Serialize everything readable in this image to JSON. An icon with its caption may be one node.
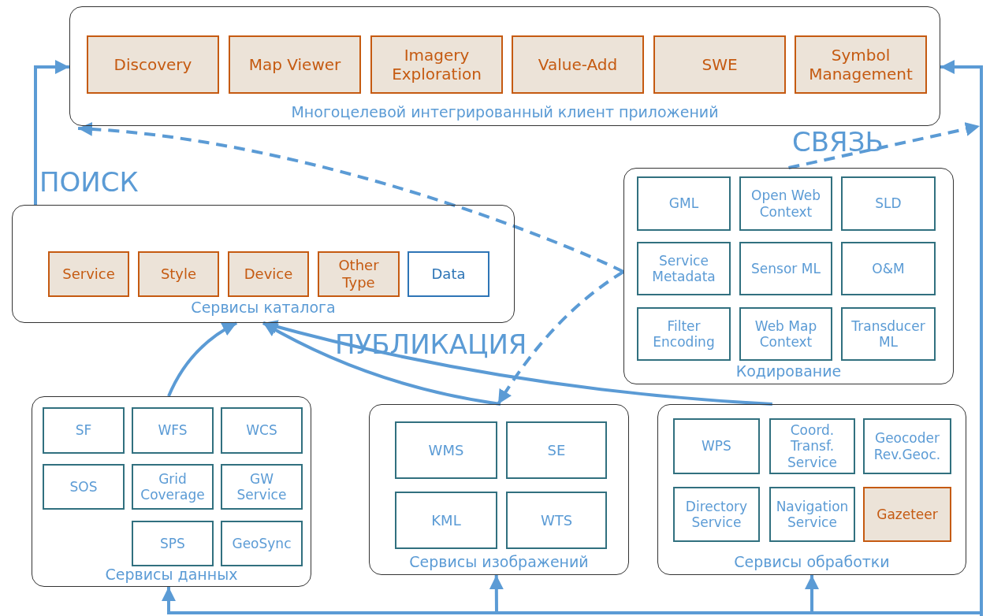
{
  "diagram": {
    "nodes": [
      {
        "text": [
          "Многоцелевой интегрированный клиент приложений"
        ]
      },
      {
        "text": [
          "Discovery"
        ],
        "in": 0
      },
      {
        "text": [
          "Map Viewer"
        ],
        "in": 0
      },
      {
        "text": [
          "Imagery Exploration"
        ],
        "in": 0
      },
      {
        "text": [
          "Value-Add"
        ],
        "in": 0
      },
      {
        "text": [
          "SWE"
        ],
        "in": 0
      },
      {
        "text": [
          "Symbol Management"
        ],
        "in": 0
      },
      {
        "text": [
          "Сервисы каталога"
        ]
      },
      {
        "text": [
          "Service"
        ],
        "in": 7
      },
      {
        "text": [
          "Style"
        ],
        "in": 7
      },
      {
        "text": [
          "Device"
        ],
        "in": 7
      },
      {
        "text": [
          "Other Type"
        ],
        "in": 7
      },
      {
        "text": [
          "Data"
        ],
        "in": 7
      },
      {
        "text": [
          "Кодирование"
        ]
      },
      {
        "text": [
          "GML"
        ],
        "in": 13
      },
      {
        "text": [
          "Open Web Context"
        ],
        "in": 13
      },
      {
        "text": [
          "SLD"
        ],
        "in": 13
      },
      {
        "text": [
          "Service Metadata"
        ],
        "in": 13
      },
      {
        "text": [
          "Sensor ML"
        ],
        "in": 13
      },
      {
        "text": [
          "O&M"
        ],
        "in": 13
      },
      {
        "text": [
          "Filter Encoding"
        ],
        "in": 13
      },
      {
        "text": [
          "Web Map Context"
        ],
        "in": 13
      },
      {
        "text": [
          "Transducer ML"
        ],
        "in": 13
      },
      {
        "text": [
          "Сервисы данных"
        ]
      },
      {
        "text": [
          "SF"
        ],
        "in": 23
      },
      {
        "text": [
          "WFS"
        ],
        "in": 23
      },
      {
        "text": [
          "WCS"
        ],
        "in": 23
      },
      {
        "text": [
          "SOS"
        ],
        "in": 23
      },
      {
        "text": [
          "Grid Coverage"
        ],
        "in": 23
      },
      {
        "text": [
          "GW Service"
        ],
        "in": 23
      },
      {
        "text": [
          "SPS"
        ],
        "in": 23
      },
      {
        "text": [
          "GeoSync"
        ],
        "in": 23
      },
      {
        "text": [
          "Сервисы изображений"
        ]
      },
      {
        "text": [
          "WMS"
        ],
        "in": 32
      },
      {
        "text": [
          "SE"
        ],
        "in": 32
      },
      {
        "text": [
          "KML"
        ],
        "in": 32
      },
      {
        "text": [
          "WTS"
        ],
        "in": 32
      },
      {
        "text": [
          "Сервисы обработки"
        ]
      },
      {
        "text": [
          "WPS"
        ],
        "in": 37
      },
      {
        "text": [
          "Coord. Transf. Service"
        ],
        "in": 37
      },
      {
        "text": [
          "Geocoder Rev.Geoc."
        ],
        "in": 37
      },
      {
        "text": [
          "Directory Service"
        ],
        "in": 37
      },
      {
        "text": [
          "Navigation Service"
        ],
        "in": 37
      },
      {
        "text": [
          "Gazeteer"
        ],
        "in": 37
      }
    ],
    "edges": [
      {
        "from": 7,
        "to": 0,
        "arrow": "to"
      },
      {
        "from": 13,
        "to": 0,
        "arrow": "to",
        "style": "dashed"
      },
      {
        "from": 13,
        "to": null,
        "arrow": "to",
        "style": "dashed"
      },
      {
        "from": 13,
        "to": 32,
        "arrow": "to",
        "style": "dashed"
      },
      {
        "from": 23,
        "to": 7,
        "arrow": "to"
      },
      {
        "from": 32,
        "to": 7,
        "arrow": "to"
      },
      {
        "from": 37,
        "to": 7,
        "arrow": "to"
      },
      {
        "from": null,
        "to": 0,
        "arrow": "to"
      },
      {
        "from": null,
        "to": 23,
        "arrow": "to"
      },
      {
        "from": null,
        "to": 32,
        "arrow": "to"
      },
      {
        "from": null,
        "to": 37,
        "arrow": "to"
      }
    ],
    "labels": [
      "СВЯЗЬ",
      "ПОИСК",
      "ПУБЛИКАЦИЯ"
    ]
  }
}
